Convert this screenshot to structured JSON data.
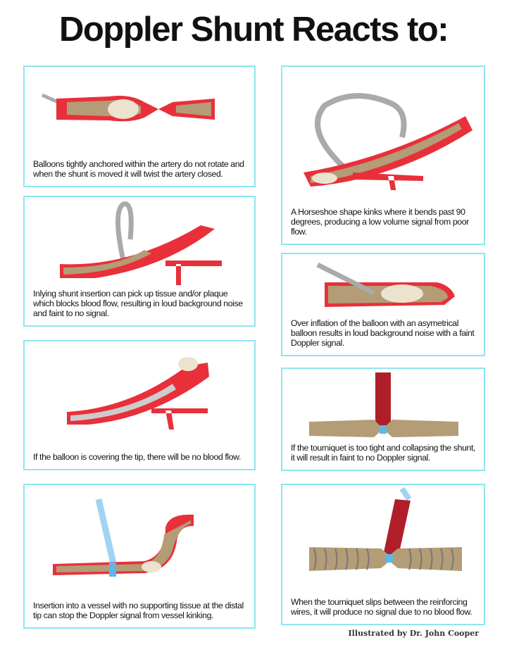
{
  "title": "Doppler Shunt Reacts to:",
  "panels": [
    {
      "caption": "Balloons tightly anchored within the artery do not rotate and when the shunt is moved it will twist the artery closed."
    },
    {
      "caption": "Inlying shunt insertion can pick up tissue and/or plaque which blocks blood flow, resulting in loud background noise and faint to no signal."
    },
    {
      "caption": "If the balloon is covering the tip, there will be no blood flow."
    },
    {
      "caption": "Insertion into a vessel with no supporting tissue at the distal tip can stop the Doppler signal from vessel kinking."
    },
    {
      "caption": "A Horseshoe shape kinks where it bends past 90 degrees, producing a low volume signal from poor flow."
    },
    {
      "caption": "Over inflation of the balloon with an asymetrical balloon results in loud background noise with a faint Doppler signal."
    },
    {
      "caption": "If the tourniquet is too tight and collapsing the shunt, it will result in faint to no Doppler signal."
    },
    {
      "caption": "When the tourniquet slips between the reinforcing wires, it will produce no signal due to no blood flow."
    }
  ],
  "credit": "Illustrated by Dr. John Cooper"
}
